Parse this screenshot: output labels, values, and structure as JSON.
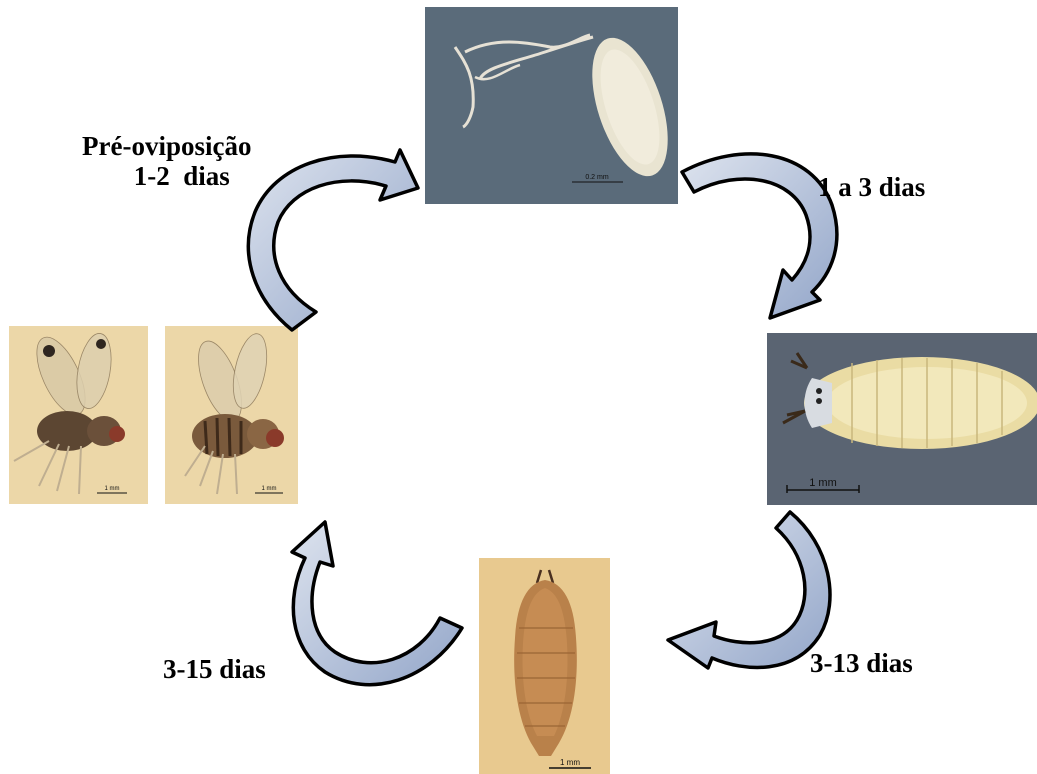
{
  "stages": {
    "egg": {
      "scale_label": "0.2 mm"
    },
    "larva": {
      "scale_label": "1 mm"
    },
    "pupa": {
      "scale_label": "1 mm"
    },
    "adult_male": {
      "scale_label": "1 mm"
    },
    "adult_female": {
      "scale_label": "1 mm"
    }
  },
  "durations": {
    "preoviposition_line1": "Pré-oviposição",
    "preoviposition_line2": "1-2  dias",
    "egg_to_larva": "1 a 3 dias",
    "larva_to_pupa": "3-13 dias",
    "pupa_to_adult": "3-15 dias"
  },
  "colors": {
    "arrow_fill_light": "#dde3ee",
    "arrow_fill_dark": "#93a6c9",
    "arrow_stroke": "#000000",
    "egg_background": "#5a6b7a",
    "larva_background": "#5a6472",
    "pupa_background": "#e8c98f",
    "adult_background": "#ecd7a8"
  }
}
